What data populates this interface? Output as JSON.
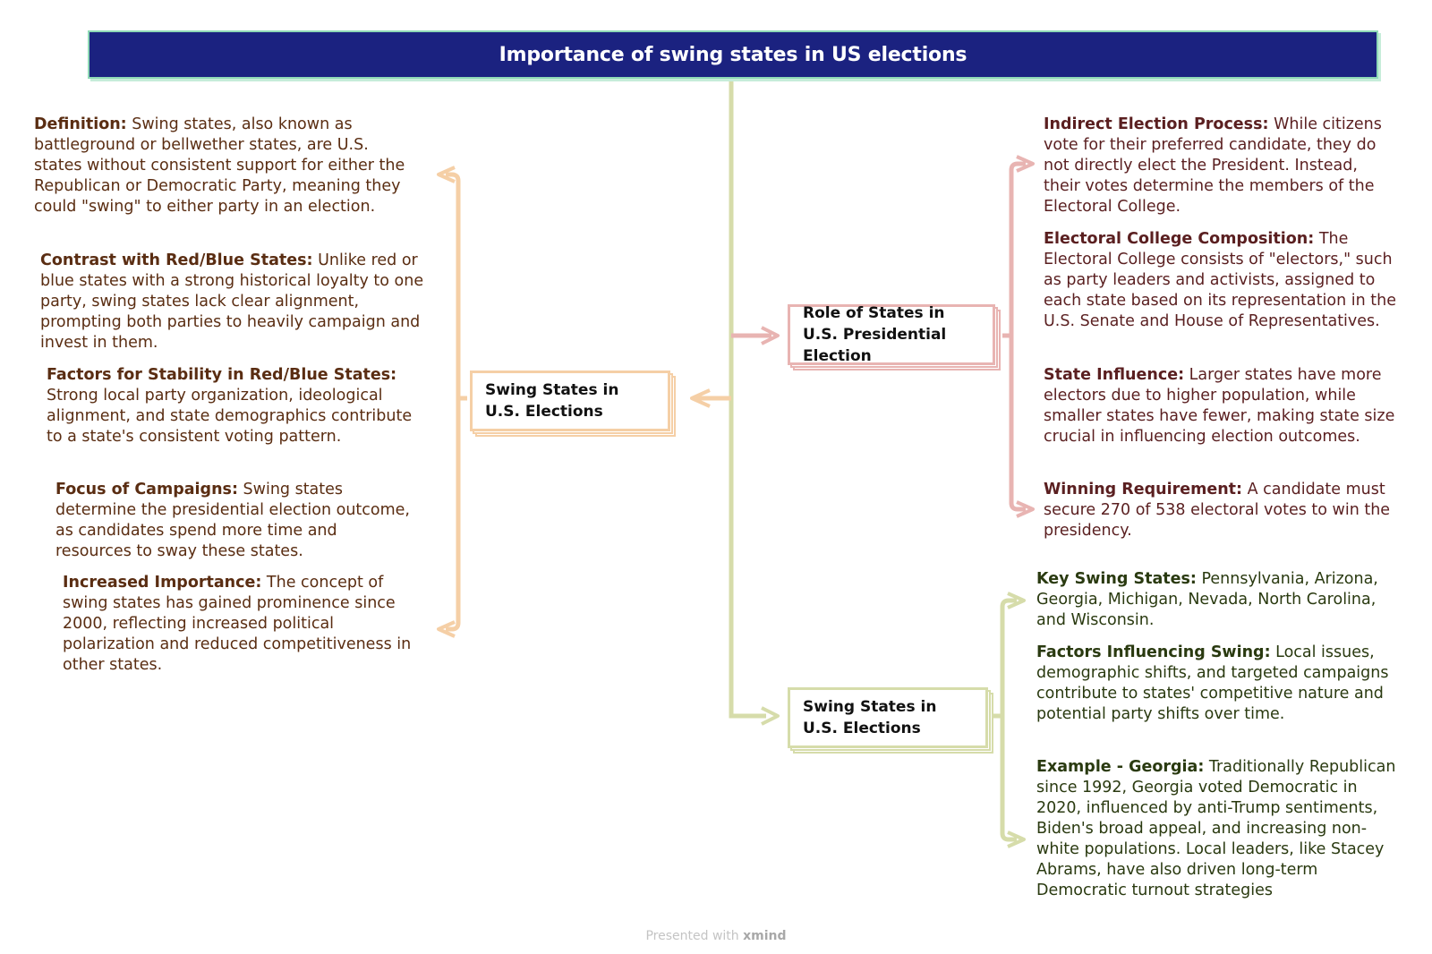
{
  "title": "Importance of swing states in US elections",
  "colors": {
    "title_bg": "#1b2280",
    "title_border": "#8fd9b6",
    "left_branch": "#f5cfa6",
    "right_top_branch": "#e8b4b2",
    "right_bottom_branch": "#d7dcaa",
    "trunk": "#d6dcaa"
  },
  "topics": {
    "left": "Swing States in U.S. Elections",
    "right_top": "Role of States in U.S. Presidential Election",
    "right_bottom": "Swing States in U.S. Elections"
  },
  "left_notes": [
    {
      "label": "Definition:",
      "text": " Swing states, also known as battleground or bellwether states, are U.S. states without consistent support for either the Republican or Democratic Party, meaning they could \"swing\" to either party in an election."
    },
    {
      "label": "Contrast with Red/Blue States:",
      "text": " Unlike red or blue states with a strong historical loyalty to one party, swing states lack clear alignment, prompting both parties to heavily campaign and invest in them."
    },
    {
      "label": "Factors for Stability in Red/Blue States:",
      "text": " Strong local party organization, ideological alignment, and state demographics contribute to a state's consistent voting pattern."
    },
    {
      "label": "Focus of Campaigns:",
      "text": " Swing states determine the presidential election outcome, as candidates spend more time and resources to sway these states."
    },
    {
      "label": "Increased Importance:",
      "text": " The concept of swing states has gained prominence since 2000, reflecting increased political polarization and reduced competitiveness in other states."
    }
  ],
  "right_top_notes": [
    {
      "label": "Indirect Election Process:",
      "text": " While citizens vote for their preferred candidate, they do not directly elect the President. Instead, their votes determine the members of the Electoral College."
    },
    {
      "label": "Electoral College Composition:",
      "text": " The Electoral College consists of \"electors,\" such as party leaders and activists, assigned to each state based on its representation in the U.S. Senate and House of Representatives."
    },
    {
      "label": "State Influence:",
      "text": " Larger states have more electors due to higher population, while smaller states have fewer, making state size crucial in influencing election outcomes."
    },
    {
      "label": "Winning Requirement:",
      "text": " A candidate must secure 270 of 538 electoral votes to win the presidency."
    }
  ],
  "right_bottom_notes": [
    {
      "label": "Key Swing States:",
      "text": " Pennsylvania, Arizona, Georgia, Michigan, Nevada, North Carolina, and Wisconsin."
    },
    {
      "label": "Factors Influencing Swing:",
      "text": " Local issues, demographic shifts, and targeted campaigns contribute to states' competitive nature and potential party shifts over time."
    },
    {
      "label": "Example - Georgia:",
      "text": " Traditionally Republican since 1992, Georgia voted Democratic in 2020, influenced by anti-Trump sentiments, Biden's broad appeal, and increasing non-white populations. Local leaders, like Stacey Abrams, have also driven long-term Democratic turnout strategies"
    }
  ],
  "footer": {
    "prefix": "Presented with ",
    "brand": "xmind"
  }
}
